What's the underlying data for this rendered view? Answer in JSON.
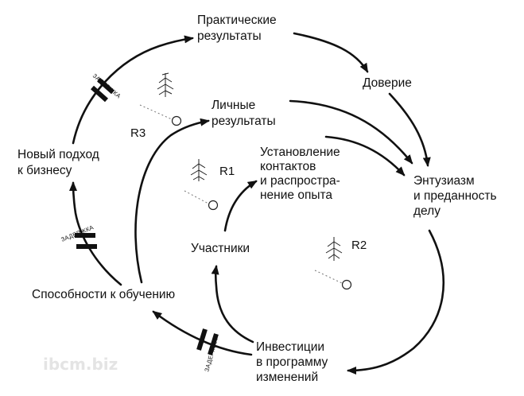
{
  "nodes": {
    "practical_results": [
      "Практические",
      "результаты"
    ],
    "trust": [
      "Доверие"
    ],
    "personal_results": [
      "Личные",
      "результаты"
    ],
    "networking": [
      "Установление",
      "контактов",
      "и распростра-",
      "нение опыта"
    ],
    "enthusiasm": [
      "Энтузиазм",
      "и преданность",
      "делу"
    ],
    "new_approach": [
      "Новый подход",
      "к бизнесу"
    ],
    "participants": [
      "Участники"
    ],
    "learning_capacity": [
      "Способности к обучению"
    ],
    "investment": [
      "Инвестиции",
      "в программу",
      "изменений"
    ]
  },
  "loops": {
    "r1": "R1",
    "r2": "R2",
    "r3": "R3"
  },
  "delay_label": "ЗАДЕРЖКА",
  "watermark": "ibcm.biz"
}
